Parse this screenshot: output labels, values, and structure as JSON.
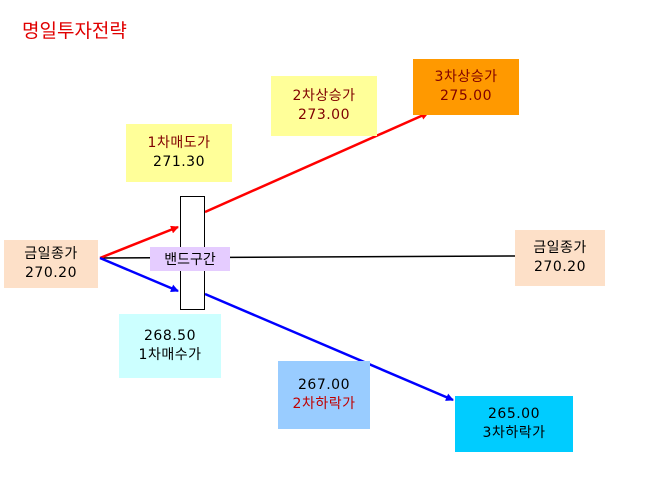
{
  "title": "명일투자전략",
  "band": {
    "label": "밴드구간"
  },
  "nodes": {
    "today_close": {
      "label": "금일종가",
      "value": "270.20"
    },
    "prev_close": {
      "label": "금일종가",
      "value": "270.20"
    },
    "sell1": {
      "label": "1차매도가",
      "value": "271.30"
    },
    "sell2": {
      "label": "2차상승가",
      "value": "273.00"
    },
    "sell3": {
      "label": "3차상승가",
      "value": "275.00"
    },
    "buy1": {
      "label": "1차매수가",
      "value": "268.50"
    },
    "low2": {
      "label": "2차하락가",
      "value": "267.00"
    },
    "low3": {
      "label": "3차하락가",
      "value": "265.00"
    }
  },
  "colors": {
    "title": "#e00000",
    "up_arrow": "#ff0000",
    "down_arrow": "#0000ff",
    "flat_line": "#000000",
    "close_box": "#fde0c8",
    "sell_box": "#ffff99",
    "sell3_box": "#ff9900",
    "buy_box": "#ccffff",
    "low2_box": "#99ccff",
    "low3_box": "#00ccff",
    "band_label": "#e5ccff"
  }
}
